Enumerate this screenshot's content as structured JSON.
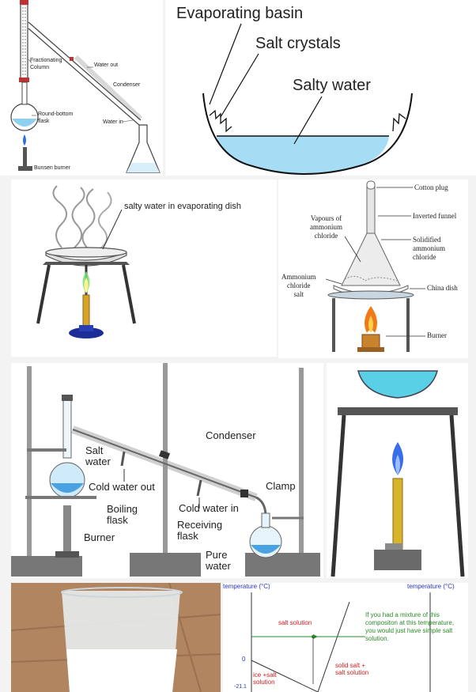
{
  "panel_distillation": {
    "fractionating_column": "Fractionating\nColumn",
    "water_out": "Water out",
    "condenser": "Condenser",
    "round_bottom_flask": "Round-bottom\nflask",
    "water_in": "Water in",
    "bunsen_burner": "Bunsen burner"
  },
  "panel_basin": {
    "evaporating_basin": "Evaporating basin",
    "salt_crystals": "Salt crystals",
    "salty_water": "Salty water"
  },
  "panel_dish": {
    "caption": "salty water in evaporating dish"
  },
  "panel_sublimation": {
    "cotton_plug": "Cotton plug",
    "inverted_funnel": "Inverted funnel",
    "vapours": "Vapours of\nammonium\nchloride",
    "solidified": "Solidified\nammonium\nchloride",
    "ammonium_salt": "Ammonium\nchloride\nsalt",
    "china_dish": "China dish",
    "burner": "Burner"
  },
  "panel_lab_distillation": {
    "condenser": "Condenser",
    "salt_water": "Salt\nwater",
    "cold_water_out": "Cold water out",
    "boiling_flask": "Boiling\nflask",
    "burner": "Burner",
    "cold_water_in": "Cold water in",
    "clamp": "Clamp",
    "receiving_flask": "Receiving\nflask",
    "pure_water": "Pure\nwater"
  },
  "panel_phase": {
    "temperature_left": "temperature (°C)",
    "temperature_right": "temperature (°C)",
    "salt_solution": "salt solution",
    "note": "If you had a mixture of this\ncompositon at this temperature,\nyou would just have simple salt\nsolution.",
    "zero": "0",
    "ice_salt": "ice +salt\nsolution",
    "solid_salt": "solid salt +\nsalt solution",
    "minus_tick": "-21.1"
  },
  "colors": {
    "water_blue": "#8fd0ee",
    "flame_blue": "#2f6de0",
    "annotation_blue": "#2a36c8",
    "annotation_red": "#d02020",
    "annotation_green": "#2a8a2a"
  }
}
